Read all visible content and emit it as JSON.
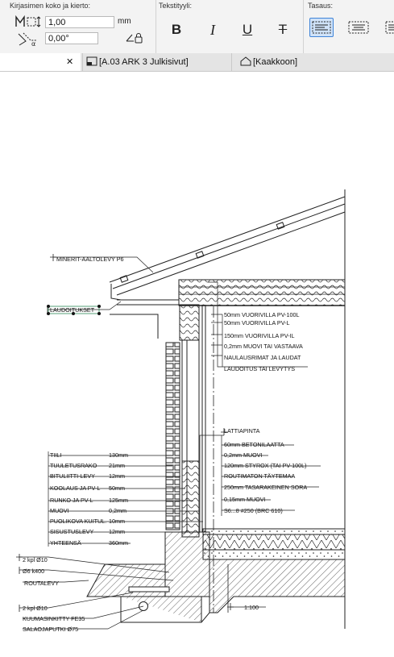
{
  "toolbar": {
    "font_size_section": "Kirjasimen koko ja kierto:",
    "font_size_value": "1,00",
    "font_size_unit": "mm",
    "rotation_value": "0,00°",
    "text_style_section": "Tekstityyli:",
    "alignment_section": "Tasaus:",
    "style_buttons": [
      "B",
      "I",
      "U",
      "T"
    ]
  },
  "tabs": [
    {
      "label": "[A.03 ARK 3 Julkisivut]",
      "close_glyph": "✕"
    },
    {
      "label": "[Kaakkoon]"
    }
  ],
  "tab_indicator": "----",
  "drawing": {
    "labels": {
      "mineral": "MINERIT-AALTOLEVY P6",
      "laudoitukset": "LAUDOITUKSET",
      "roof": [
        "50mm VUORIVILLA PV-100L",
        "50mm VUORIVILLA PV-L",
        "150mm VUORIVILLA PV-IL",
        "0,2mm MUOVI TAI VASTAAVA",
        "NAULAUSRIMAT JA LAUDAT",
        "LAUDOITUS TAI LEVYTYS"
      ],
      "floor": [
        "LATTIAPINTA",
        "60mm BETONILAATTA",
        "0,2mm MUOVI",
        "120mm STYROX (TAI PV-100L)",
        "ROUTIMATON TÄYTEMAA",
        "250mm TASARAKEINEN SORA",
        "0,15mm MUOVI",
        "S6...8 #250 (BRC 610)"
      ],
      "wall": [
        {
          "name": "TIILI",
          "size": "130mm"
        },
        {
          "name": "TUULETUSRAKO",
          "size": "21mm"
        },
        {
          "name": "BITULIITTI-LEVY",
          "size": "12mm"
        },
        {
          "name": "KOOLAUS JA PV-L",
          "size": "50mm"
        },
        {
          "name": "RUNKO JA PV-L",
          "size": "125mm"
        },
        {
          "name": "MUOVI",
          "size": "0,2mm"
        },
        {
          "name": "PUOLIKOVA KUITUL.",
          "size": "10mm"
        },
        {
          "name": "SISUSTUSLEVY",
          "size": "12mm"
        },
        {
          "name": "YHTEENSÄ",
          "size": "360mm"
        }
      ],
      "foundation": [
        "2 kpl Ø10",
        "Ø6 k400",
        "ROUTALEVY",
        "2 kpl Ø10",
        "KUUMASINKITTY FE35",
        "SALAOJAPUTKI Ø75"
      ],
      "scale": "1:100"
    }
  },
  "colors": {
    "toolbar_bg": "#f3f3f3",
    "tabbar_bg": "#e4e4e4",
    "align_active": "#cfe2f8",
    "align_border": "#3f84d8",
    "tab_indicator": "#f0a050",
    "selection": "#2e8b57"
  }
}
